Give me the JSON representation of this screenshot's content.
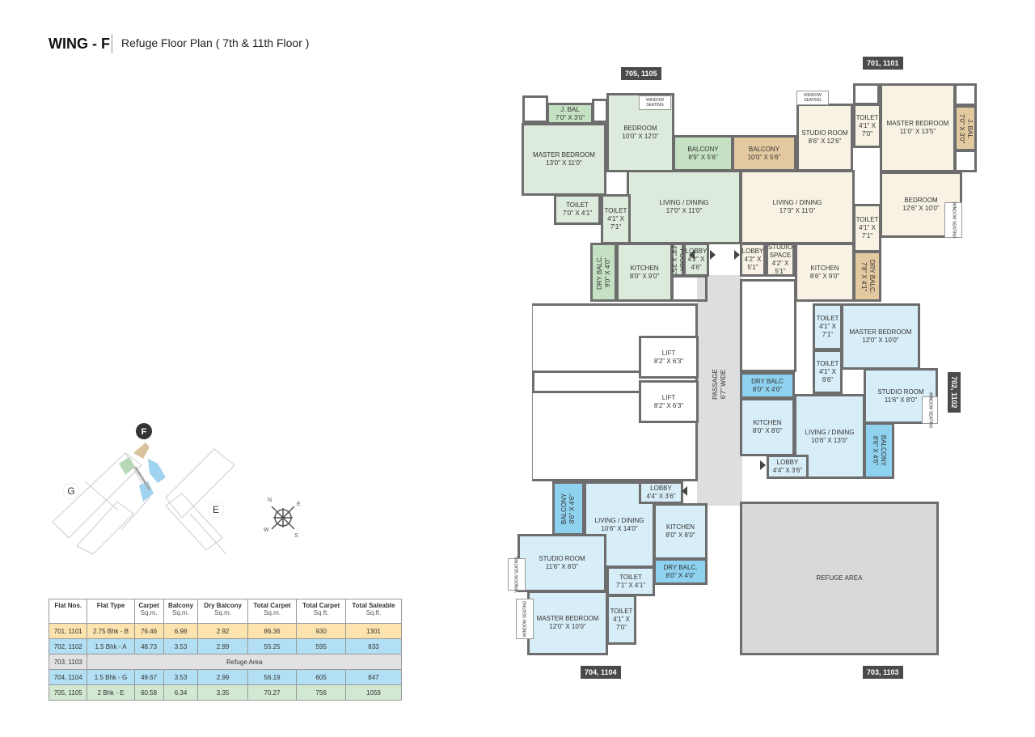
{
  "header": {
    "wing": "WING - F",
    "subtitle": "Refuge Floor Plan ( 7th & 11th Floor )"
  },
  "colors": {
    "unit_705": "#dcebdc",
    "unit_705_balc": "#c5e1c4",
    "unit_701": "#f7f2e4",
    "unit_701_balc": "#e3c99f",
    "unit_702_704": "#d7edf8",
    "unit_702_704_balc": "#8ed2ef",
    "passage": "#dedee0",
    "refuge": "#d9d9db"
  },
  "unit_tags": {
    "u705": "705, 1105",
    "u701": "701, 1101",
    "u702": "702, 1102",
    "u704": "704, 1104",
    "u703": "703, 1103"
  },
  "rooms": {
    "a_jbal": {
      "name": "J. BAL",
      "dim": "7'0\" X 3'0\""
    },
    "a_master": {
      "name": "MASTER BEDROOM",
      "dim": "13'0\" X 11'0\""
    },
    "a_bed": {
      "name": "BEDROOM",
      "dim": "10'0\" X 12'0\""
    },
    "a_win": {
      "name": "WINDOW SEATING",
      "dim": ""
    },
    "a_balc": {
      "name": "BALCONY",
      "dim": "8'9\" X 5'6\""
    },
    "a_living": {
      "name": "LIVING / DINING",
      "dim": "17'0\" X 11'0\""
    },
    "a_t1": {
      "name": "TOILET",
      "dim": "7'0\" X 4'1\""
    },
    "a_t2": {
      "name": "TOILET",
      "dim": "4'1\" X 7'1\""
    },
    "a_dry": {
      "name": "DRY BALC.",
      "dim": "9'0\" X 4'0\""
    },
    "a_kitchen": {
      "name": "KITCHEN",
      "dim": "8'0\" X 9'0\""
    },
    "a_pooja": {
      "name": "POOJA",
      "dim": "4'8\" X 3'5\""
    },
    "a_lobby": {
      "name": "LOBBY",
      "dim": "4'2\" X 4'6\""
    },
    "b_win": {
      "name": "WINDOW SEATING",
      "dim": ""
    },
    "b_studio": {
      "name": "STUDIO ROOM",
      "dim": "8'6\" X 12'6\""
    },
    "b_t1": {
      "name": "TOILET",
      "dim": "4'1\" X 7'0\""
    },
    "b_master": {
      "name": "MASTER BEDROOM",
      "dim": "11'0\" X 13'5\""
    },
    "b_jbal": {
      "name": "J. BAL",
      "dim": "7'0\" X 3'0\""
    },
    "b_balc": {
      "name": "BALCONY",
      "dim": "10'0\" X 5'6\""
    },
    "b_living": {
      "name": "LIVING / DINING",
      "dim": "17'3\" X 11'0\""
    },
    "b_bed": {
      "name": "BEDROOM",
      "dim": "12'6\" X 10'0\""
    },
    "b_win2": {
      "name": "WINDOW SEATING",
      "dim": ""
    },
    "b_t2": {
      "name": "TOILET",
      "dim": "4'1\" X 7'1\""
    },
    "b_dry": {
      "name": "DRY BALC.",
      "dim": "7'8\" X 4'1\""
    },
    "b_lobby": {
      "name": "LOBBY",
      "dim": "4'2\" X 5'1\""
    },
    "b_sspace": {
      "name": "STUDIO SPACE",
      "dim": "4'2\" X 5'1\""
    },
    "b_kitchen": {
      "name": "KITCHEN",
      "dim": "8'6\" X 9'0\""
    },
    "lift1": {
      "name": "LIFT",
      "dim": "8'2\" X 6'3\""
    },
    "lift2": {
      "name": "LIFT",
      "dim": "8'2\" X 6'3\""
    },
    "passage": {
      "name": "PASSAGE",
      "dim": "6'7\" WIDE"
    },
    "c_t1": {
      "name": "TOILET",
      "dim": "4'1\" X 7'1\""
    },
    "c_master": {
      "name": "MASTER BEDROOM",
      "dim": "12'0\" X 10'0\""
    },
    "c_t2": {
      "name": "TOILET",
      "dim": "4'1\" X 6'6\""
    },
    "c_studio": {
      "name": "STUDIO ROOM",
      "dim": "11'6\" X 8'0\""
    },
    "c_win": {
      "name": "WINDOW SEATING",
      "dim": ""
    },
    "c_dry": {
      "name": "DRY BALC",
      "dim": "8'0\" X 4'0\""
    },
    "c_kitchen": {
      "name": "KITCHEN",
      "dim": "8'0\" X 8'0\""
    },
    "c_living": {
      "name": "LIVING / DINING",
      "dim": "10'6\" X 13'0\""
    },
    "c_balc": {
      "name": "BALCONY",
      "dim": "8'6\" X 4'6\""
    },
    "c_lobby": {
      "name": "LOBBY",
      "dim": "4'4\" X 3'6\""
    },
    "d_lobby": {
      "name": "LOBBY",
      "dim": "4'4\" X 3'6\""
    },
    "d_balc": {
      "name": "BALCONY",
      "dim": "8'6\" X 4'6\""
    },
    "d_living": {
      "name": "LIVING / DINING",
      "dim": "10'6\" X 14'0\""
    },
    "d_kitchen": {
      "name": "KITCHEN",
      "dim": "8'0\" X 8'0\""
    },
    "d_dry": {
      "name": "DRY BALC.",
      "dim": "8'0\" X 4'0\""
    },
    "d_studio": {
      "name": "STUDIO ROOM",
      "dim": "11'6\" X 8'0\""
    },
    "d_win": {
      "name": "WINDOW SEATING",
      "dim": ""
    },
    "d_t1": {
      "name": "TOILET",
      "dim": "7'1\" X 4'1\""
    },
    "d_master": {
      "name": "MASTER BEDROOM",
      "dim": "12'0\" X 10'0\""
    },
    "d_win2": {
      "name": "WINDOW SEATING",
      "dim": ""
    },
    "d_t2": {
      "name": "TOILET",
      "dim": "4'1\" X 7'0\""
    },
    "refuge": {
      "name": "REFUGE AREA",
      "dim": ""
    }
  },
  "key_plan": {
    "current_wing": "F",
    "wings": [
      "G",
      "E"
    ],
    "compass": [
      "N",
      "E",
      "S",
      "W"
    ]
  },
  "table": {
    "headers": [
      {
        "t": "Flat Nos.",
        "u": ""
      },
      {
        "t": "Flat Type",
        "u": ""
      },
      {
        "t": "Carpet",
        "u": "Sq.m."
      },
      {
        "t": "Balcony",
        "u": "Sq.m."
      },
      {
        "t": "Dry Balcony",
        "u": "Sq.m."
      },
      {
        "t": "Total Carpet",
        "u": "Sq.m."
      },
      {
        "t": "Total Carpet",
        "u": "Sq.ft."
      },
      {
        "t": "Total Saleable",
        "u": "Sq.ft."
      }
    ],
    "rows": [
      {
        "color": "#fde3ad",
        "cells": [
          "701, 1101",
          "2.75 Bhk - B",
          "76.46",
          "6.98",
          "2.92",
          "86.36",
          "930",
          "1301"
        ]
      },
      {
        "color": "#b2dff3",
        "cells": [
          "702, 1102",
          "1.5 Bhk - A",
          "48.73",
          "3.53",
          "2.99",
          "55.25",
          "595",
          "833"
        ]
      },
      {
        "color": "#e2e2e3",
        "cells": [
          "703, 1103",
          "Refuge Area"
        ]
      },
      {
        "color": "#b2dff3",
        "cells": [
          "704, 1104",
          "1.5 Bhk - G",
          "49.67",
          "3.53",
          "2.99",
          "56.19",
          "605",
          "847"
        ]
      },
      {
        "color": "#d3e8d2",
        "cells": [
          "705, 1105",
          "2 Bhk - E",
          "60.58",
          "6.34",
          "3.35",
          "70.27",
          "756",
          "1059"
        ]
      }
    ]
  }
}
